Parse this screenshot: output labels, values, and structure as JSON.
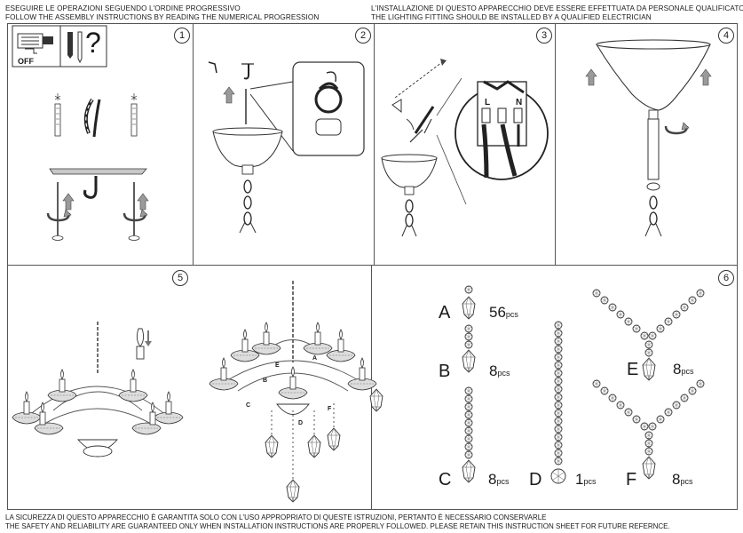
{
  "header": {
    "left_line1": "ESEGUIRE LE OPERAZIONI SEGUENDO L'ORDINE PROGRESSIVO",
    "left_line2": "FOLLOW THE ASSEMBLY INSTRUCTIONS BY READING THE NUMERICAL PROGRESSION",
    "right_line1": "L'INSTALLAZIONE DI QUESTO APPARECCHIO DEVE ESSERE EFFETTUATA DA PERSONALE QUALIFICATO",
    "right_line2": "THE LIGHTING FITTING SHOULD BE INSTALLED BY A QUALIFIED ELECTRICIAN"
  },
  "steps": [
    "1",
    "2",
    "3",
    "4",
    "5",
    "6"
  ],
  "step1": {
    "switch_label": "OFF",
    "question_mark": "?"
  },
  "step3": {
    "terminal_l": "L",
    "terminal_n": "N"
  },
  "step5": {
    "markers": [
      "A",
      "B",
      "C",
      "D",
      "E",
      "F"
    ]
  },
  "parts": [
    {
      "letter": "A",
      "count": "56",
      "unit": "pcs"
    },
    {
      "letter": "B",
      "count": "8",
      "unit": "pcs"
    },
    {
      "letter": "C",
      "count": "8",
      "unit": "pcs"
    },
    {
      "letter": "D",
      "count": "1",
      "unit": "pcs"
    },
    {
      "letter": "E",
      "count": "8",
      "unit": "pcs"
    },
    {
      "letter": "F",
      "count": "8",
      "unit": "pcs"
    }
  ],
  "footer": {
    "line1": "LA SICUREZZA DI QUESTO APPARECCHIO È GARANTITA SOLO CON L'USO APPROPRIATO DI QUESTE ISTRUZIONI, PERTANTO È NECESSARIO CONSERVARLE",
    "line2": "THE SAFETY AND RELIABILITY ARE GUARANTEED ONLY WHEN INSTALLATION INSTRUCTIONS ARE PROPERLY FOLLOWED. PLEASE RETAIN THIS INSTRUCTION SHEET FOR FUTURE REFERNCE."
  }
}
